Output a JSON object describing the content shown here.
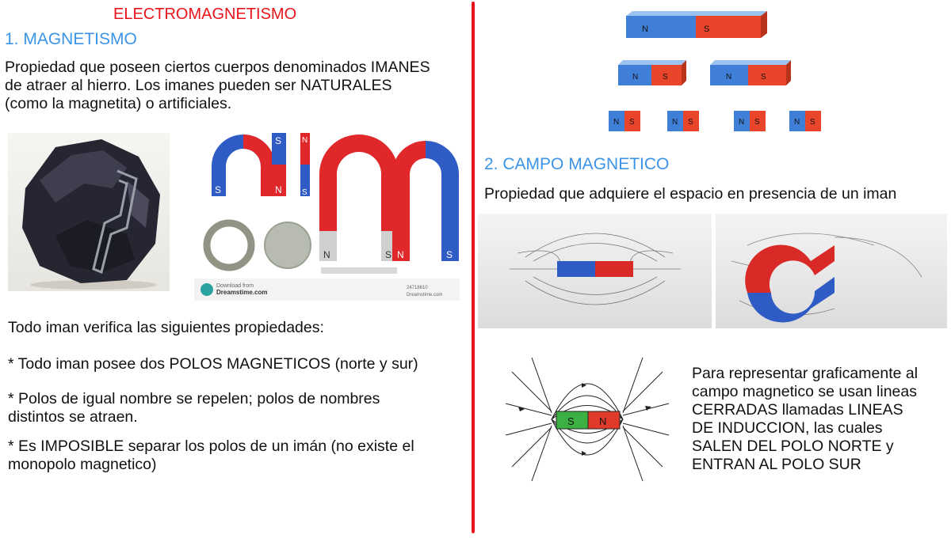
{
  "left": {
    "title": "ELECTROMAGNETISMO",
    "section1_heading": "1. MAGNETISMO",
    "intro_lines": [
      "Propiedad que poseen ciertos cuerpos denominados IMANES",
      "de atraer al hierro. Los imanes pueden ser NATURALES",
      "(como la magnetita) o artificiales."
    ],
    "props_heading": "Todo iman verifica las siguientes propiedades:",
    "prop1": "* Todo iman posee dos POLOS MAGNETICOS (norte y sur)",
    "prop2_lines": [
      "* Polos de igual nombre se repelen; polos de nombres",
      "distintos se atraen."
    ],
    "prop3_lines": [
      "* Es IMPOSIBLE separar los polos de un imán (no existe el",
      "monopolo magnetico)"
    ],
    "magnets_image": {
      "pole_n": "N",
      "pole_s": "S",
      "download_line1": "Download from",
      "download_line2": "Dreamstime.com",
      "stock_id": "24718610",
      "credit": "Dreamstime.com"
    }
  },
  "right": {
    "bar_magnets": {
      "n": "N",
      "s": "S"
    },
    "section2_heading": "2. CAMPO MAGNETICO",
    "field_text": "Propiedad que adquiere el espacio en presencia de un iman",
    "diagram": {
      "s": "S",
      "n": "N"
    },
    "lines_text": [
      "Para representar graficamente al",
      "campo magnetico se usan lineas",
      "CERRADAS llamadas LINEAS",
      "DE INDUCCION, las cuales",
      "SALEN DEL POLO NORTE y",
      "ENTRAN AL POLO SUR"
    ]
  },
  "colors": {
    "accent_red": "#e8141c",
    "heading_blue": "#3b94e6",
    "magnet_red": "#e8452a",
    "magnet_blue": "#3f7fd8"
  }
}
